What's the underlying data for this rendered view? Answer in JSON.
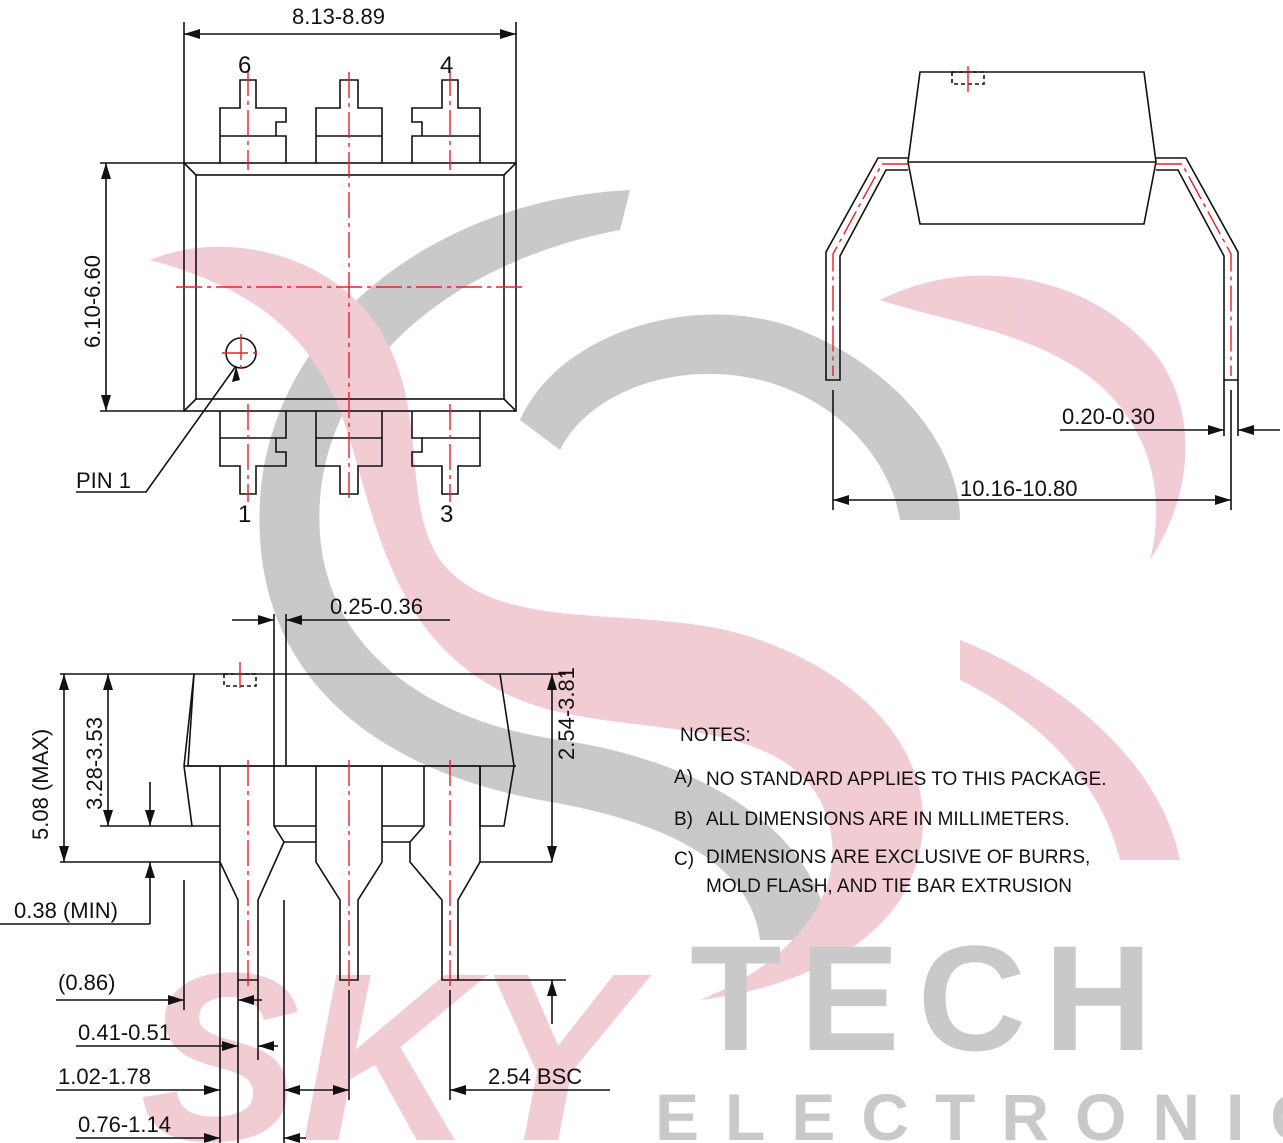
{
  "dimensions": {
    "body_length": "8.13-8.89",
    "body_width": "6.10-6.60",
    "lead_thickness": "0.20-0.30",
    "lead_span": "10.16-10.80",
    "lead_gap": "0.25-0.36",
    "seating_height_range": "2.54-3.81",
    "body_height": "3.28-3.53",
    "overall_height": "5.08 (MAX)",
    "standoff": "0.38 (MIN)",
    "ref_086": "(0.86)",
    "lead_width": "0.41-0.51",
    "shoulder_width": "1.02-1.78",
    "shoulder_alt": "0.76-1.14",
    "pitch": "2.54 BSC"
  },
  "pins": {
    "p6": "6",
    "p4": "4",
    "p1": "1",
    "p3": "3",
    "pin1_label": "PIN 1"
  },
  "notes": {
    "title": "NOTES:",
    "a_label": "A)",
    "a_text": "NO STANDARD APPLIES TO THIS PACKAGE.",
    "b_label": "B)",
    "b_text": "ALL DIMENSIONS ARE IN MILLIMETERS.",
    "c_label": "C)",
    "c_text1": "DIMENSIONS ARE EXCLUSIVE OF BURRS,",
    "c_text2": "MOLD FLASH, AND TIE BAR EXTRUSION"
  },
  "watermark": {
    "word1": "SKY",
    "word2": "TECH",
    "word3": "ELECTRONIC"
  },
  "colors": {
    "line": "#111111",
    "centerline": "#e8202a",
    "watermark_pink": "#e8a3b0",
    "watermark_gray": "#9e9e9e"
  }
}
